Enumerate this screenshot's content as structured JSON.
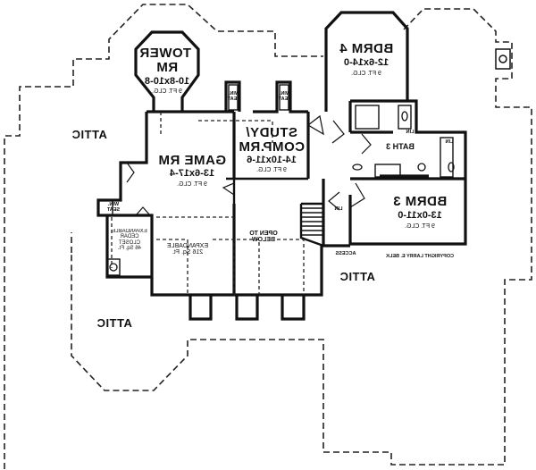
{
  "plan": {
    "title": "Second floor plan (mirrored)",
    "mirrored": true,
    "line_color": "#111111",
    "background": "#ffffff"
  },
  "rooms": {
    "tower": {
      "name": "TOWER RM",
      "line1": "TOWER",
      "line2": "RM",
      "dims": "10-8x10-8",
      "ceiling": "9 FT. CLG."
    },
    "bdrm4": {
      "name": "BDRM 4",
      "dims": "12-6x14-0",
      "ceiling": "9 FT. CLG."
    },
    "study": {
      "line1": "STUDY/",
      "line2": "COMP.RM",
      "dims": "14-10x11-6",
      "ceiling": "9 FT. CLG."
    },
    "game": {
      "name": "GAME RM",
      "dims": "13-6x17-4",
      "ceiling": "9 FT. CLG."
    },
    "bath3": {
      "name": "BATH 3"
    },
    "bdrm3": {
      "name": "BDRM 3",
      "dims": "13-0x11-0",
      "ceiling": "9 FT. CLG."
    },
    "open_below": {
      "line1": "OPEN TO",
      "line2": "BELOW"
    },
    "expandable": {
      "line1": "EXPANDABLE",
      "line2": "216 Sq. Ft."
    },
    "cedar_closet": {
      "line1": "EXPANDABLE",
      "line2": "CEDAR",
      "line3": "CLOSET",
      "line4": "46 Sq. Ft."
    }
  },
  "labels": {
    "attic": "ATTIC",
    "win_seat_l1": "WIN.",
    "win_seat_l2": "SEAT",
    "lin": "LIN",
    "access": "ACCESS",
    "copyright": "COPYRIGHT LARRY E. BELK"
  }
}
